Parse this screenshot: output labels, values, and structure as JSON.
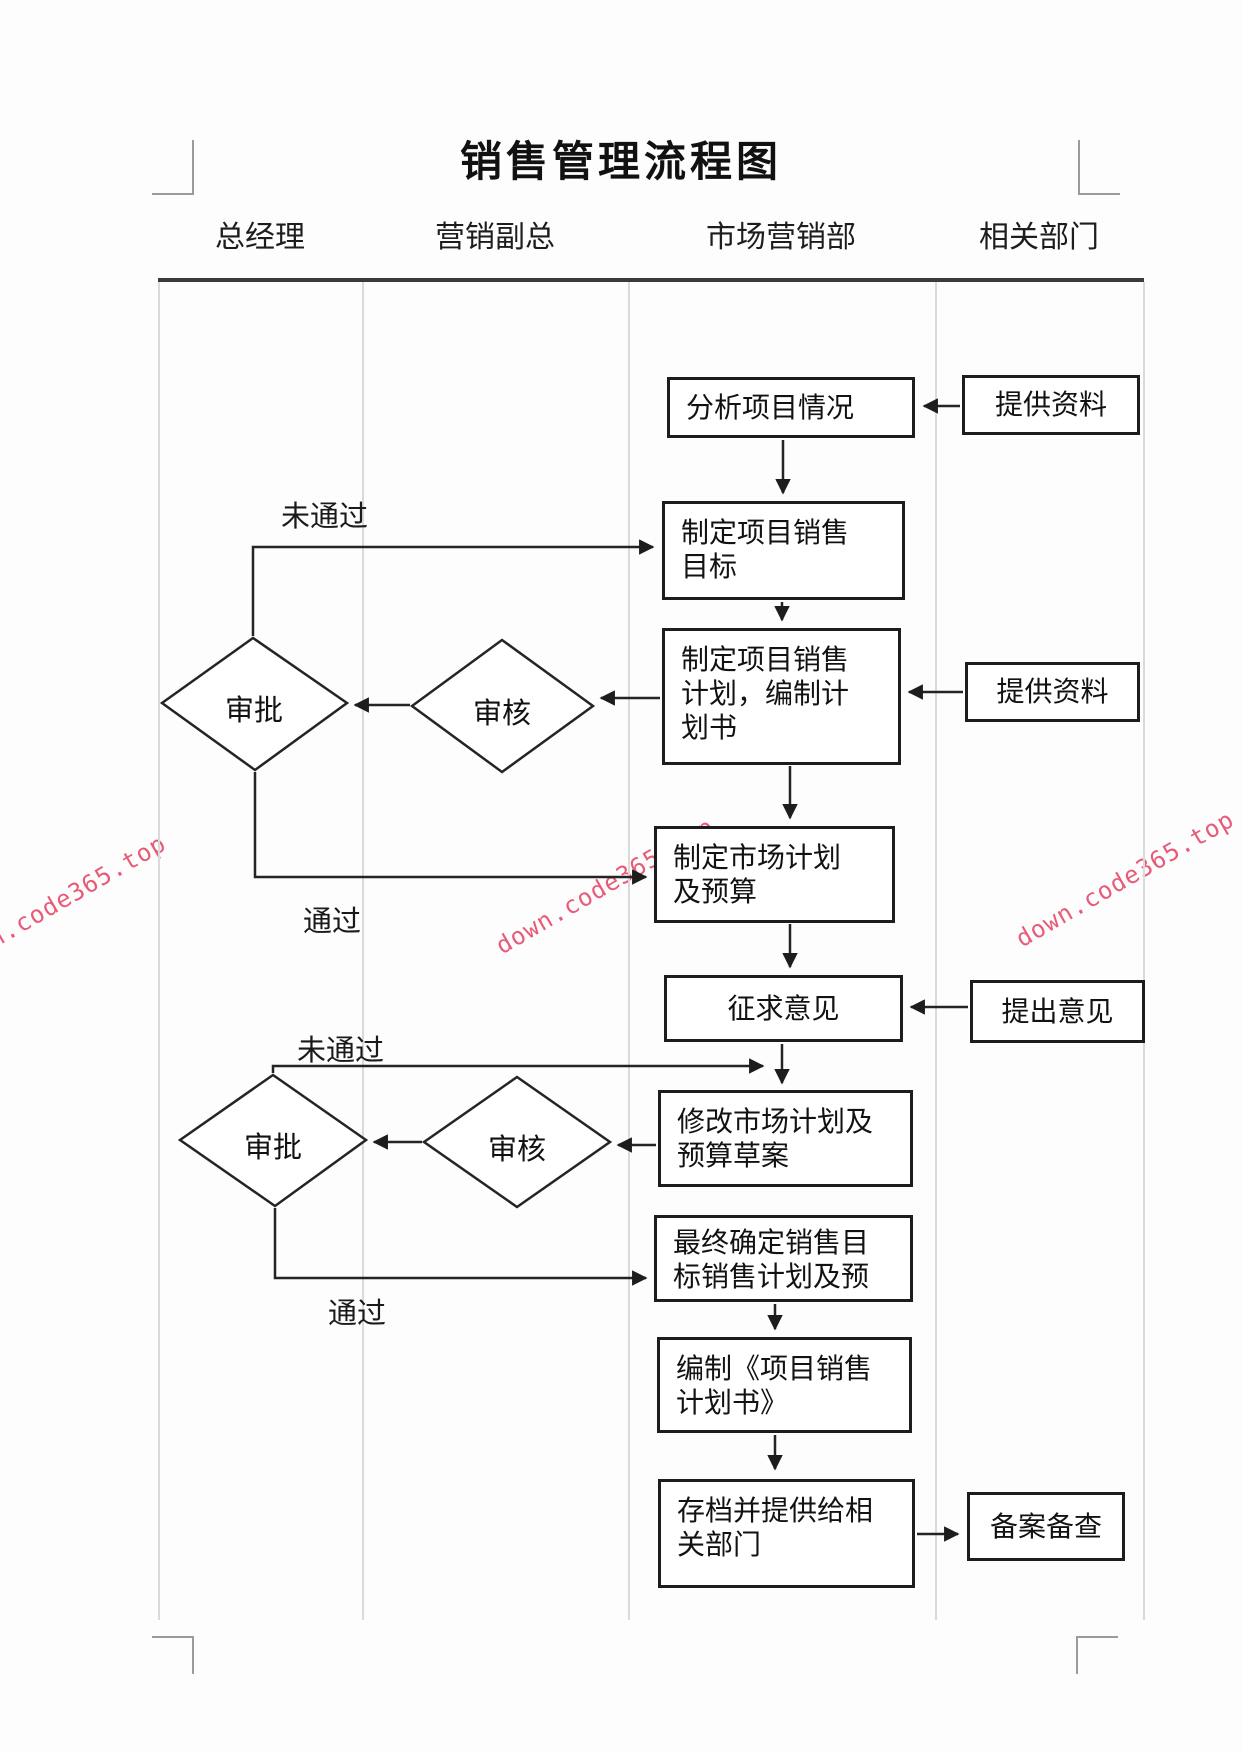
{
  "title": "销售管理流程图",
  "lanes": [
    {
      "label": "总经理"
    },
    {
      "label": "营销副总"
    },
    {
      "label": "市场营销部"
    },
    {
      "label": "相关部门"
    }
  ],
  "nodes": {
    "analyze": {
      "lines": [
        "分析项目情况"
      ]
    },
    "target": {
      "lines": [
        "制定项目销售",
        "目标"
      ]
    },
    "plan": {
      "lines": [
        "制定项目销售",
        "计划，编制计",
        "划书"
      ]
    },
    "market": {
      "lines": [
        "制定市场计划",
        "及预算"
      ]
    },
    "consult": {
      "lines": [
        "征求意见"
      ]
    },
    "revise": {
      "lines": [
        "修改市场计划及",
        "预算草案"
      ]
    },
    "final": {
      "lines": [
        "最终确定销售目",
        "标销售计划及预"
      ]
    },
    "compile": {
      "lines": [
        "编制《项目销售",
        "计划书》"
      ]
    },
    "archive": {
      "lines": [
        "存档并提供给相",
        "关部门"
      ]
    }
  },
  "side_nodes": {
    "provide1": {
      "label": "提供资料"
    },
    "provide2": {
      "label": "提供资料"
    },
    "opinion": {
      "label": "提出意见"
    },
    "record": {
      "label": "备案备查"
    }
  },
  "decisions": {
    "approve1": {
      "label": "审批"
    },
    "review1": {
      "label": "审核"
    },
    "approve2": {
      "label": "审批"
    },
    "review2": {
      "label": "审核"
    }
  },
  "edge_labels": {
    "fail1": "未通过",
    "pass1": "通过",
    "fail2": "未通过",
    "pass2": "通过"
  },
  "watermark": {
    "text": "down.code365.top",
    "color": "#e85b78"
  }
}
